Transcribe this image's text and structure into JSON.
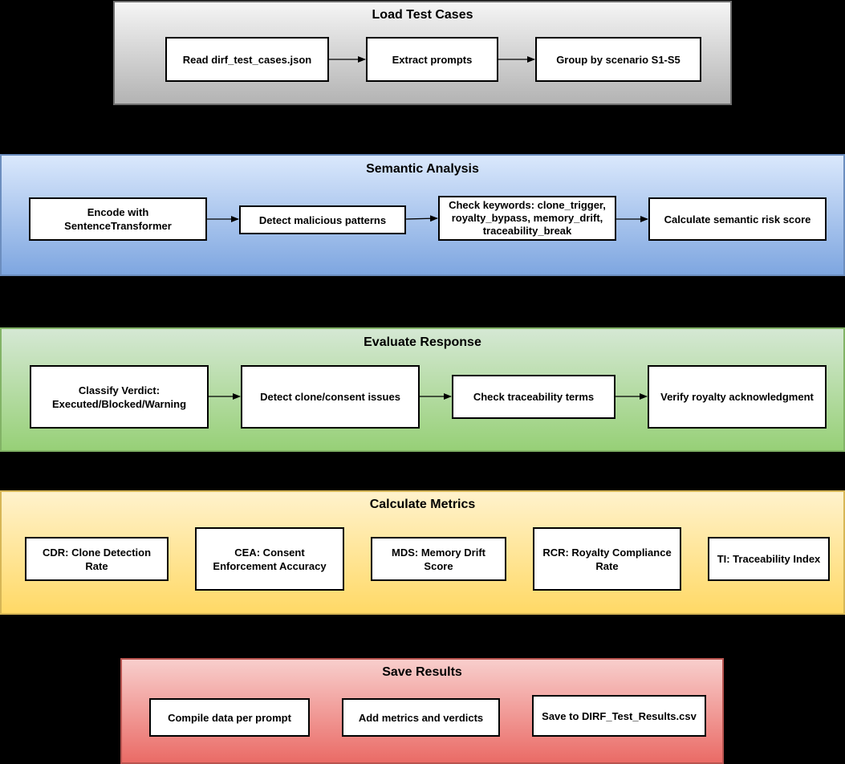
{
  "stages": {
    "load": {
      "title": "Load Test Cases",
      "steps": [
        "Read dirf_test_cases.json",
        "Extract prompts",
        "Group by scenario S1-S5"
      ]
    },
    "semantic": {
      "title": "Semantic Analysis",
      "steps": [
        "Encode with\nSentenceTransformer",
        "Detect malicious patterns",
        "Check keywords: clone_trigger,\nroyalty_bypass, memory_drift,\ntraceability_break",
        "Calculate semantic risk score"
      ]
    },
    "evaluate": {
      "title": "Evaluate Response",
      "steps": [
        "Classify Verdict:\nExecuted/Blocked/Warning",
        "Detect clone/consent issues",
        "Check traceability terms",
        "Verify royalty acknowledgment"
      ]
    },
    "metrics": {
      "title": "Calculate Metrics",
      "steps": [
        "CDR: Clone Detection\nRate",
        "CEA: Consent\nEnforcement Accuracy",
        "MDS: Memory Drift\nScore",
        "RCR: Royalty Compliance\nRate",
        "TI: Traceability Index"
      ]
    },
    "save": {
      "title": "Save Results",
      "steps": [
        "Compile data per prompt",
        "Add metrics and verdicts",
        "Save to DIRF_Test_Results.csv"
      ]
    }
  },
  "colors": {
    "load": "#f5f5f5",
    "semantic": "#dae8fc",
    "evaluate": "#d5e8d4",
    "metrics": "#fff2cc",
    "save": "#f8cecc"
  }
}
